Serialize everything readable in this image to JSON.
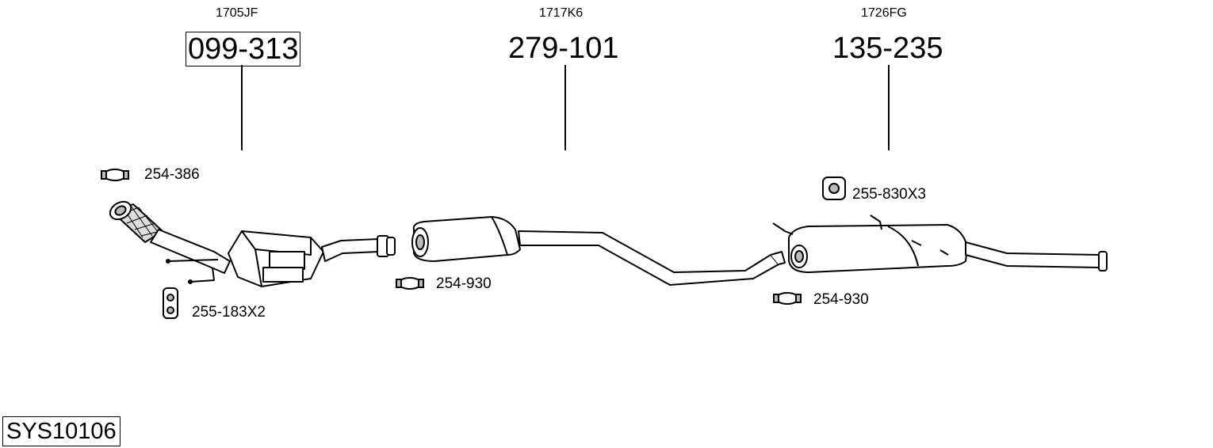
{
  "parts": [
    {
      "oe": "1705JF",
      "number": "099-313"
    },
    {
      "oe": "1717K6",
      "number": "279-101"
    },
    {
      "oe": "1726FG",
      "number": "135-235"
    }
  ],
  "accessories": [
    {
      "number": "254-386",
      "icon": "clamp-icon"
    },
    {
      "number": "255-183X2",
      "icon": "rubber-hanger-icon"
    },
    {
      "number": "254-930",
      "icon": "clamp-icon"
    },
    {
      "number": "255-830X3",
      "icon": "rubber-hanger-icon"
    },
    {
      "number": "254-930",
      "icon": "clamp-icon"
    }
  ],
  "system": "SYS10106"
}
